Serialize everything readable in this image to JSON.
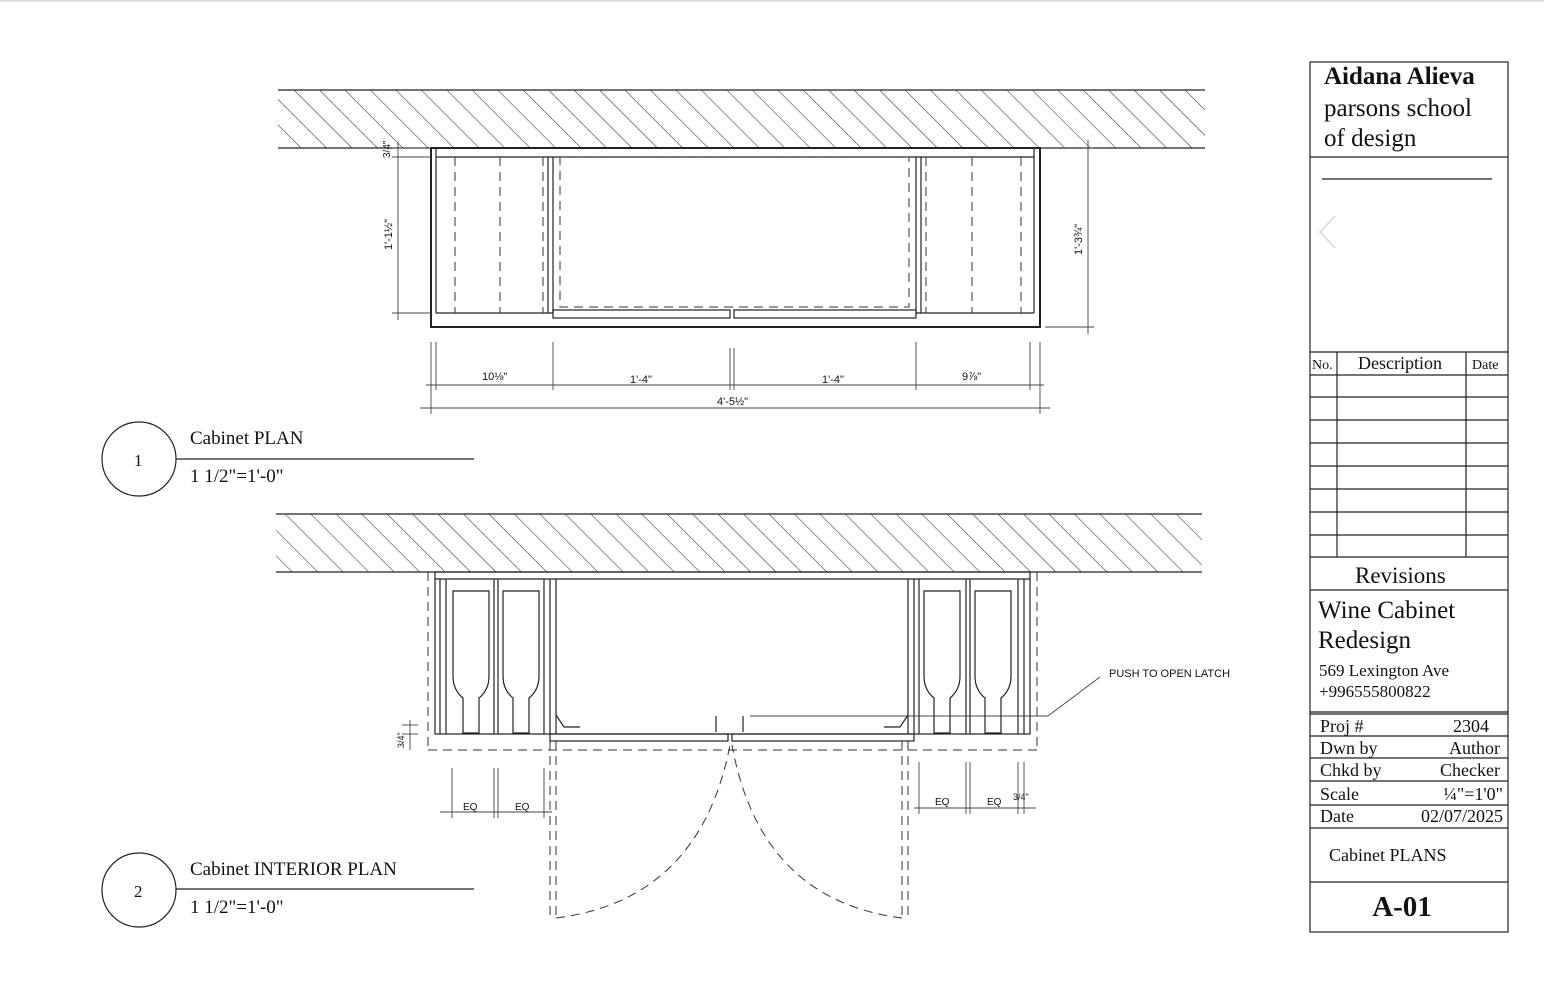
{
  "title_block": {
    "designer": "Aidana Alieva",
    "school_line1": "parsons school",
    "school_line2": "of design",
    "revisions_table": {
      "headers": [
        "No.",
        "Description",
        "Date"
      ],
      "rows": 8
    },
    "revisions_label": "Revisions",
    "project_title_line1": "Wine Cabinet",
    "project_title_line2": "Redesign",
    "address": "569 Lexington Ave",
    "phone": "+996555800822",
    "info": [
      {
        "label": "Proj #",
        "value": "2304"
      },
      {
        "label": "Dwn by",
        "value": "Author"
      },
      {
        "label": "Chkd by",
        "value": "Checker"
      },
      {
        "label": "Scale",
        "value": "¼\"=1'0\""
      },
      {
        "label": "Date",
        "value": "02/07/2025"
      }
    ],
    "sheet_name": "Cabinet PLANS",
    "sheet_number": "A-01"
  },
  "views": [
    {
      "number": "1",
      "title": "Cabinet PLAN",
      "scale": "1 1/2\"=1'-0\""
    },
    {
      "number": "2",
      "title": "Cabinet INTERIOR PLAN",
      "scale": "1 1/2\"=1'-0\""
    }
  ],
  "plan_dimensions": {
    "top_gap": "3/4\"",
    "depth_left": "1'-1½\"",
    "depth_right": "1'-3¾\"",
    "seg1": "10⅛\"",
    "seg2": "1'-4\"",
    "seg3": "1'-4\"",
    "seg4": "9⅞\"",
    "overall": "4'-5½\""
  },
  "interior_dimensions": {
    "gap": "3/4\"",
    "eq1": "EQ",
    "eq2": "EQ",
    "eq3": "EQ",
    "eq4": "EQ",
    "right_gap": "3/4\"",
    "callout": "PUSH TO OPEN LATCH"
  }
}
